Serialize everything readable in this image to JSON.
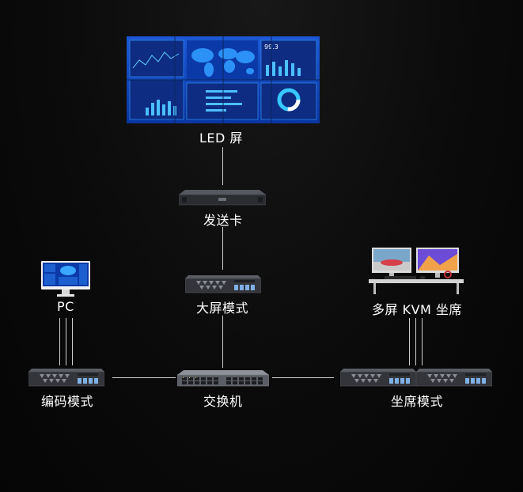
{
  "labels": {
    "led": "LED 屏",
    "sender": "发送卡",
    "bigscreen": "大屏模式",
    "pc": "PC",
    "kvm": "多屏 KVM 坐席",
    "encode": "编码模式",
    "switch": "交换机",
    "seat": "坐席模式"
  },
  "led_screen": {
    "stat": "99.3",
    "colors": {
      "bg": "#0a3fb8",
      "panel": "#0d2a7a",
      "accent": "#36c8ff"
    }
  },
  "colors": {
    "line": "#cfcfcf",
    "label": "#ffffff",
    "device_body": "#3a3c40",
    "device_port": "#7fb0e6"
  }
}
